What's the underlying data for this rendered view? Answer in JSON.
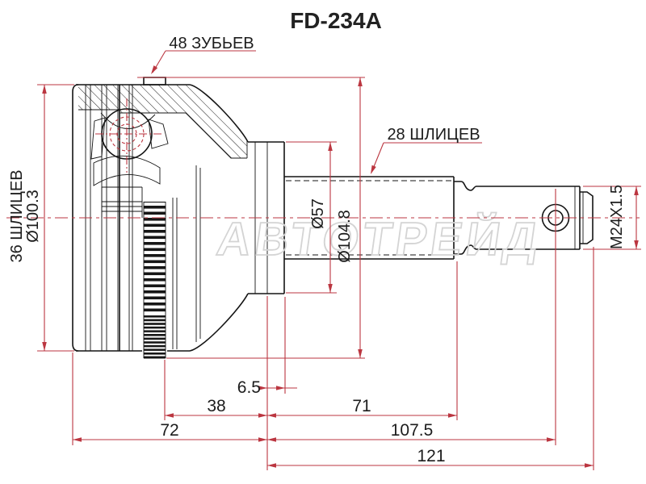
{
  "title": "FD-234A",
  "watermark": "АВТОТРЕЙД",
  "callouts": {
    "abs_teeth": "48 ЗУБЬЕВ",
    "shaft_splines": "28 ШЛИЦЕВ",
    "hub_splines": "36 ШЛИЦЕВ",
    "hub_splines_diameter": "Ø100.3",
    "boot_groove_diameter": "Ø57",
    "abs_ring_diameter": "Ø104.8",
    "thread_spec": "M24X1.5"
  },
  "dimensions_mm": {
    "boot_land": "6.5",
    "groove_to_end": "38",
    "body_length": "72",
    "spline_length": "71",
    "to_pin_hole": "107.5",
    "total_shaft": "121"
  },
  "colors": {
    "outline": "#141414",
    "dimension_red": "#bb3640",
    "watermark_gray": "#d4d4d4",
    "background": "#ffffff"
  }
}
